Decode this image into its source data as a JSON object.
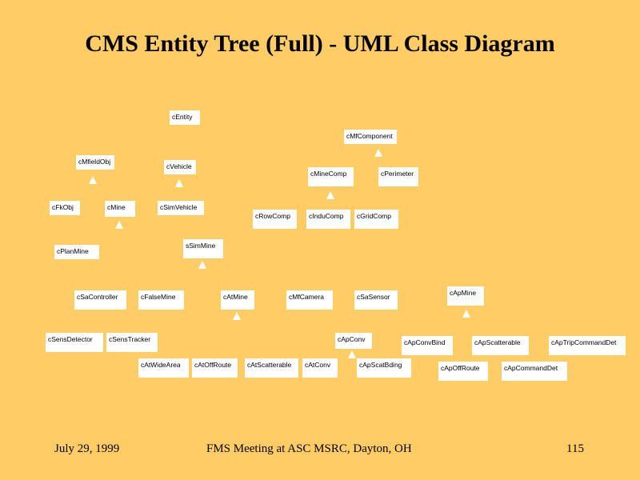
{
  "title": "CMS Entity Tree (Full) - UML Class Diagram",
  "classes": {
    "cEntity": "cEntity",
    "cMfComponent": "cMfComponent",
    "cMfieldObj": "cMfieldObj",
    "cVehicle": "cVehicle",
    "cMineComp": "cMineComp",
    "cPerimeter": "cPerimeter",
    "cFkObj": "cFkObj",
    "cMine": "cMine",
    "cSimVehicle": "cSimVehicle",
    "cRowComp": "cRowComp",
    "cInduComp": "cInduComp",
    "cGridComp": "cGridComp",
    "cPlanMine": "cPlanMine",
    "sSimMine": "sSimMine",
    "cSaController": "cSaController",
    "cFalseMine": "cFalseMine",
    "cAtMine": "cAtMine",
    "cMfCamera": "cMfCamera",
    "cSaSensor": "cSaSensor",
    "cApMine": "cApMine",
    "cSensDetector": "cSensDetector",
    "cSensTracker": "cSensTracker",
    "cApConv": "cApConv",
    "cApConvBind": "cApConvBind",
    "cApScatterable": "cApScatterable",
    "cApTripCommandDet": "cApTripCommandDet",
    "cAtWideArea": "cAtWideArea",
    "cAtOffRoute": "cAtOffRoute",
    "cAtScatterable": "cAtScatterable",
    "cAtConv": "cAtConv",
    "cApScatBding": "cApScatBding",
    "cApOffRoute": "cApOffRoute",
    "cApCommandDet": "cApCommandDet"
  },
  "footer": {
    "date": "July 29,  1999",
    "meeting": "FMS Meeting at ASC MSRC, Dayton, OH",
    "page": "115"
  }
}
